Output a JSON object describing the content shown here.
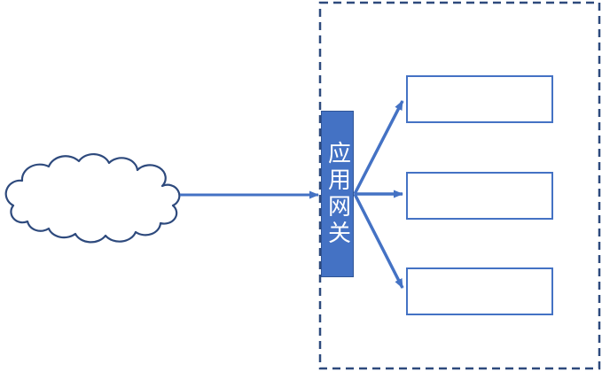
{
  "diagram": {
    "title": "application-gateway-topology",
    "cloud": {
      "name": "network-cloud",
      "label": ""
    },
    "gateway": {
      "label": "应用网关"
    },
    "boundary": {
      "style": "dashed-rectangle"
    },
    "backend_boxes": [
      {
        "label": ""
      },
      {
        "label": ""
      },
      {
        "label": ""
      }
    ],
    "arrows": [
      {
        "from": "cloud",
        "to": "gateway"
      },
      {
        "from": "gateway",
        "to": "backend-box-1"
      },
      {
        "from": "gateway",
        "to": "backend-box-2"
      },
      {
        "from": "gateway",
        "to": "backend-box-3"
      }
    ],
    "colors": {
      "accent_blue": "#4472C4",
      "dark_navy_outline": "#2E4A7D",
      "gateway_border": "#2F5496",
      "gateway_text": "#FFFFFF",
      "background": "#FFFFFF"
    }
  }
}
